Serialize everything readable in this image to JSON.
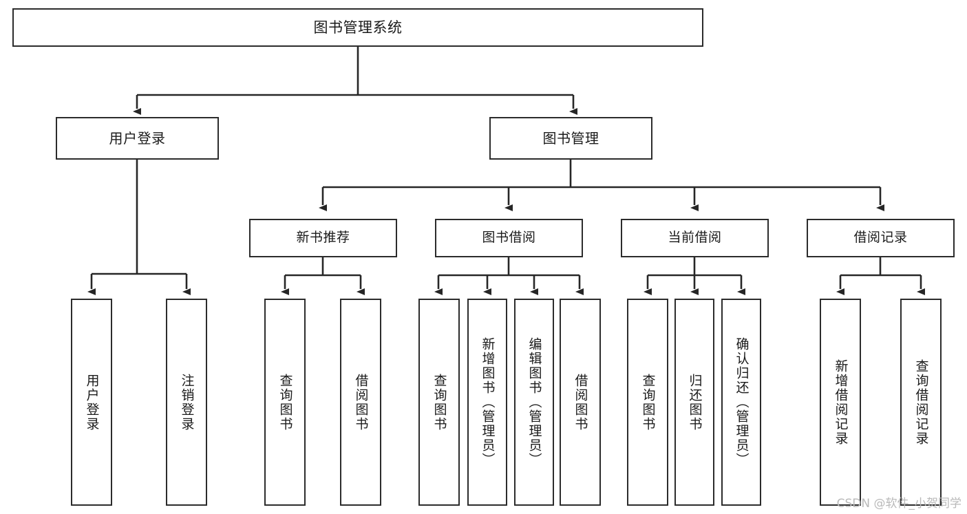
{
  "diagram": {
    "title": "图书管理系统",
    "type": "tree",
    "watermark": "CSDN @软件_小贺同学",
    "colors": {
      "box_border": "#2b2b2b",
      "box_fill": "#ffffff",
      "connector": "#262626",
      "background": "#ffffff",
      "watermark_text": "#b9b9b9"
    },
    "root": {
      "label": "图书管理系统"
    },
    "level2": [
      {
        "label": "用户登录"
      },
      {
        "label": "图书管理"
      }
    ],
    "level3": [
      {
        "label": "新书推荐"
      },
      {
        "label": "图书借阅"
      },
      {
        "label": "当前借阅"
      },
      {
        "label": "借阅记录"
      }
    ],
    "leaves": {
      "user_login": [
        {
          "label": "用户登录"
        },
        {
          "label": "注销登录"
        }
      ],
      "new_book_recommend": [
        {
          "label": "查询图书"
        },
        {
          "label": "借阅图书"
        }
      ],
      "book_borrow": [
        {
          "label": "查询图书"
        },
        {
          "label": "新增图书（管理员）"
        },
        {
          "label": "编辑图书（管理员）"
        },
        {
          "label": "借阅图书"
        }
      ],
      "current_borrow": [
        {
          "label": "查询图书"
        },
        {
          "label": "归还图书"
        },
        {
          "label": "确认归还（管理员）"
        }
      ],
      "borrow_record": [
        {
          "label": "新增借阅记录"
        },
        {
          "label": "查询借阅记录"
        }
      ]
    }
  }
}
